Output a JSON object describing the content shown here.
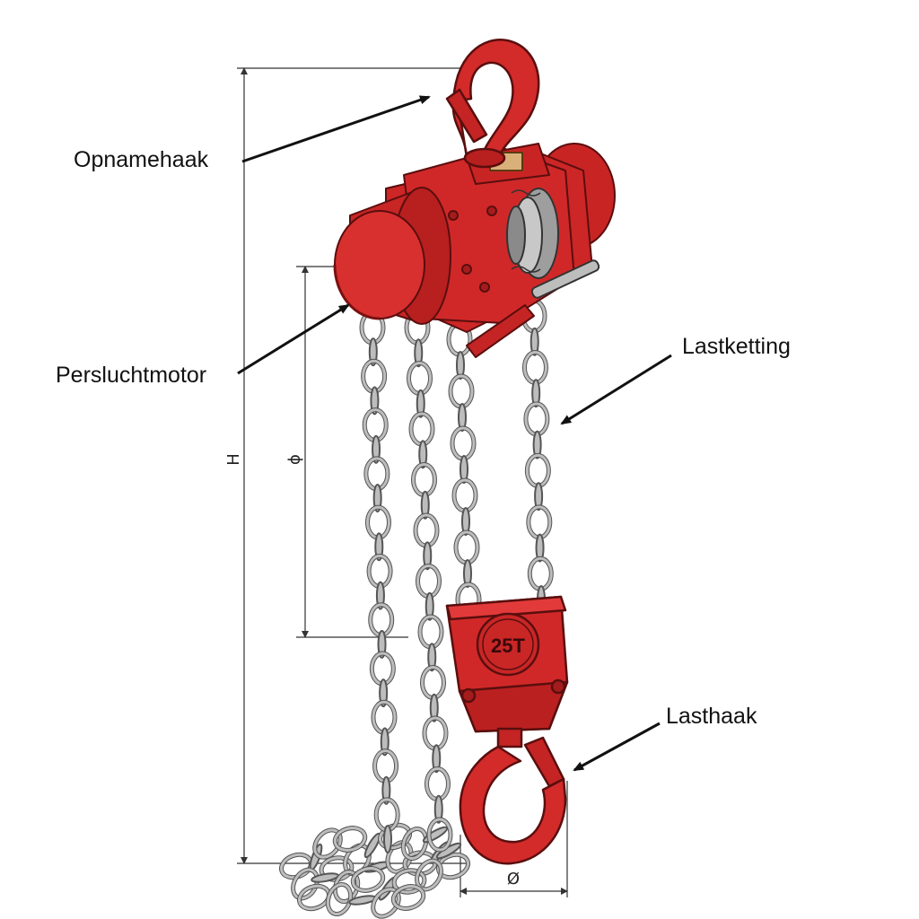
{
  "labels": {
    "top_hook": "Opnamehaak",
    "motor": "Persluchtmotor",
    "chain": "Lastketting",
    "load_hook": "Lasthaak"
  },
  "dimensions": {
    "height": "H",
    "chain_diameter": "ϕ",
    "hook_opening": "Ø"
  },
  "capacity_badge": "25T",
  "colors": {
    "body": "#d42a2a",
    "body_dark": "#8e1515",
    "chain": "#bdbdbd",
    "chain_outline": "#555555",
    "dim_line": "#333333"
  }
}
